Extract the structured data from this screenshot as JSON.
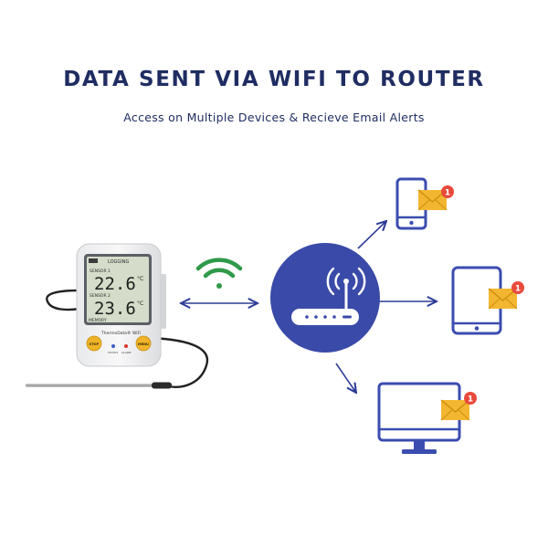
{
  "heading": {
    "title": "DATA SENT VIA WIFI TO ROUTER",
    "subtitle": "Access on Multiple Devices & Recieve Email Alerts"
  },
  "logger": {
    "top_label": "LOGGING",
    "sensor1_label": "SENSOR 1",
    "sensor1_value": "22.6",
    "sensor2_label": "SENSOR 2",
    "sensor2_value": "23.6",
    "unit": "°C",
    "memory_label": "MEMORY",
    "brand": "ThermoData® WiFi",
    "left_button": "STOP",
    "right_button": "MENU",
    "led1_label": "STATUS",
    "led2_label": "ALARM"
  },
  "notifications": {
    "phone_badge": "1",
    "tablet_badge": "1",
    "monitor_badge": "1"
  },
  "colors": {
    "navy": "#1f2d62",
    "router_blue": "#3a4aa8",
    "device_blue": "#3b4db0",
    "wifi_green": "#2f9a4a",
    "envelope_yellow": "#f2b630",
    "badge_red": "#e84a3c",
    "lcd_bg": "#d5dcc9"
  },
  "icons": [
    "wifi-icon",
    "router-icon",
    "phone-icon",
    "tablet-icon",
    "monitor-icon",
    "email-icon"
  ]
}
